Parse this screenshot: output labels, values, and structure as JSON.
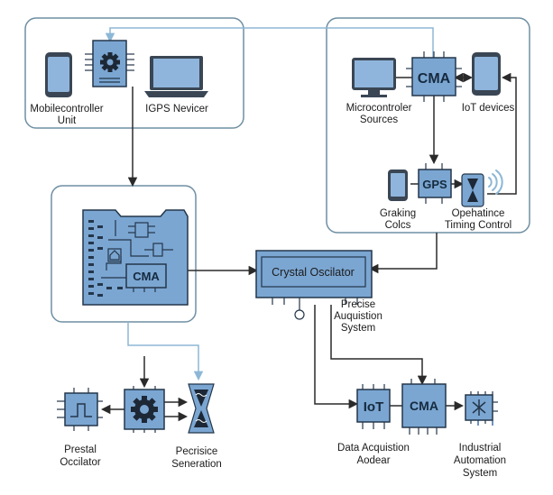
{
  "colors": {
    "panel_border": "#6f8fa3",
    "chip_fill": "#7ba6d2",
    "chip_stroke": "#24364a",
    "light_blue_wire": "#8db7d6",
    "dark_wire": "#2a2a2a",
    "text": "#1b1b1b"
  },
  "labels": {
    "mobilecontroller_unit": [
      "Mobilecontroller",
      "Unit"
    ],
    "igps_nevicer": "IGPS Nevicer",
    "microcontroller_sources": [
      "Microcontroler",
      "Sources"
    ],
    "iot_devices": "IoT devices",
    "graking_colcs": [
      "Graking",
      "Colcs"
    ],
    "opehatince_timing_control": [
      "Opehatince",
      "Timing Control"
    ],
    "crystal_oscillator": "Crystal Oscilator",
    "precise_aquistion": [
      "Precise",
      "Auquistion",
      "System"
    ],
    "prestal_occilator": [
      "Prestal",
      "Occilator"
    ],
    "pecrisice_seneration": [
      "Pecrisice",
      "Seneration"
    ],
    "data_acquistion": [
      "Data Acquistion",
      "Aodear"
    ],
    "industrial_automation": [
      "Industrial",
      "Automation",
      "System"
    ]
  },
  "chips": {
    "cma_top": "CMA",
    "gps": "GPS",
    "cma_board": "CMA",
    "iot": "IoT",
    "cma_bottom": "CMA"
  },
  "icons": [
    "smartphone-icon",
    "gear-icon",
    "monitor-icon",
    "wifi-icon",
    "hourglass-icon",
    "circuit-icon"
  ]
}
